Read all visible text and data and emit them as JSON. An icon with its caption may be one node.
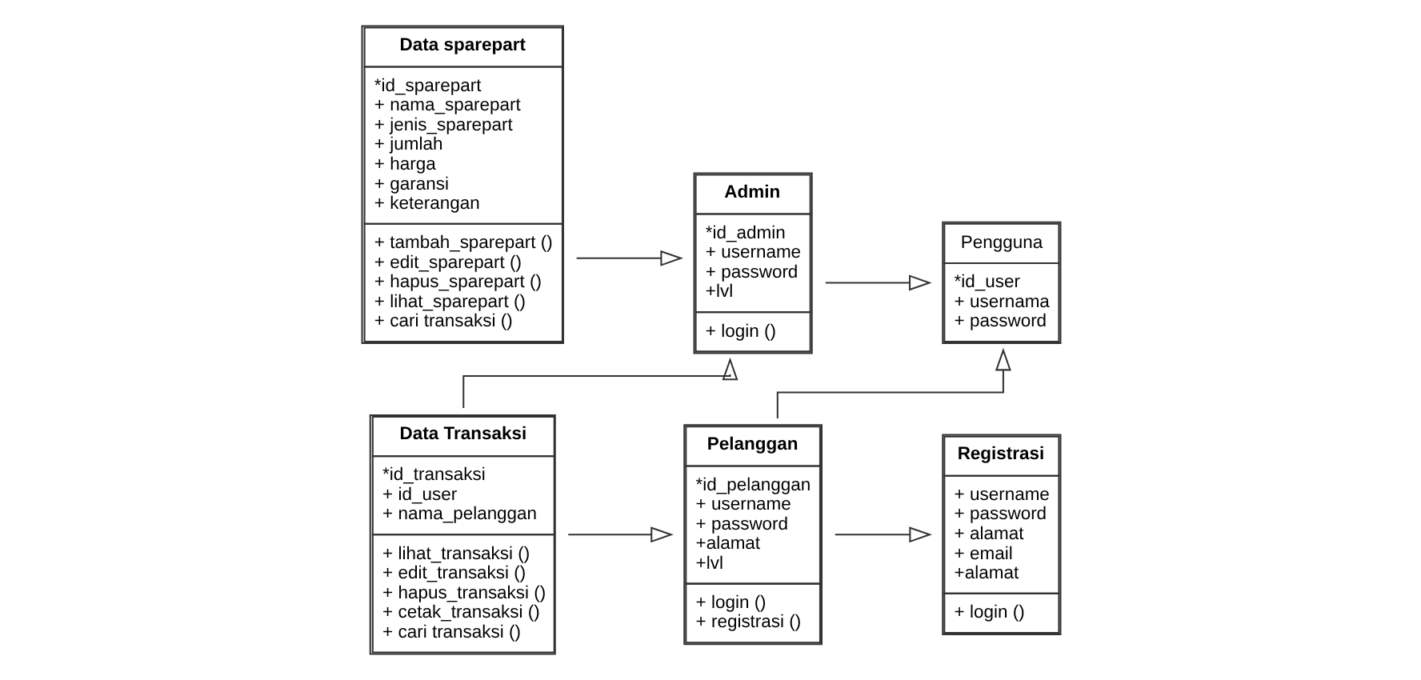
{
  "diagram": {
    "nodes": [
      {
        "text": [
          "Data sparepart",
          "*id_sparepart",
          "+ nama_sparepart",
          "+ jenis_sparepart",
          "+ jumlah",
          "+ harga",
          "+ garansi",
          "+ keterangan",
          "+ tambah_sparepart ()",
          "+ edit_sparepart ()",
          "+ hapus_sparepart ()",
          "+ lihat_sparepart ()",
          "+ cari transaksi ()"
        ]
      },
      {
        "text": [
          "Admin",
          "*id_admin",
          "+ username",
          "+ password",
          "+lvl",
          "+ login ()"
        ]
      },
      {
        "text": [
          "Registrasi",
          "+ username",
          "+ password",
          "+ alamat",
          "+ email",
          "+alamat",
          "+ login ()"
        ]
      },
      {
        "text": [
          "Pelanggan",
          "*id_pelanggan",
          "+ username",
          "+ password",
          "+alamat",
          "+lvl",
          "+ login ()",
          "+ registrasi ()"
        ]
      },
      {
        "text": [
          "Pengguna",
          "*id_user",
          "+ usernama",
          "+ password"
        ]
      },
      {
        "text": [
          "Data Transaksi",
          "*id_transaksi",
          "+ id_user",
          "+ nama_pelanggan",
          "+ lihat_transaksi ()",
          "+ edit_transaksi ()",
          "+ hapus_transaksi ()",
          "+ cetak_transaksi ()",
          "+ cari transaksi ()"
        ]
      }
    ],
    "edges": [
      {
        "from": 0,
        "to": 1,
        "arrow": "to"
      },
      {
        "from": 5,
        "to": 1,
        "arrow": "to"
      },
      {
        "from": 1,
        "to": 4,
        "arrow": "to"
      },
      {
        "from": 3,
        "to": 2,
        "arrow": "to"
      },
      {
        "from": 3,
        "to": 4,
        "arrow": "to"
      },
      {
        "from": 5,
        "to": 3,
        "arrow": "to"
      }
    ]
  }
}
